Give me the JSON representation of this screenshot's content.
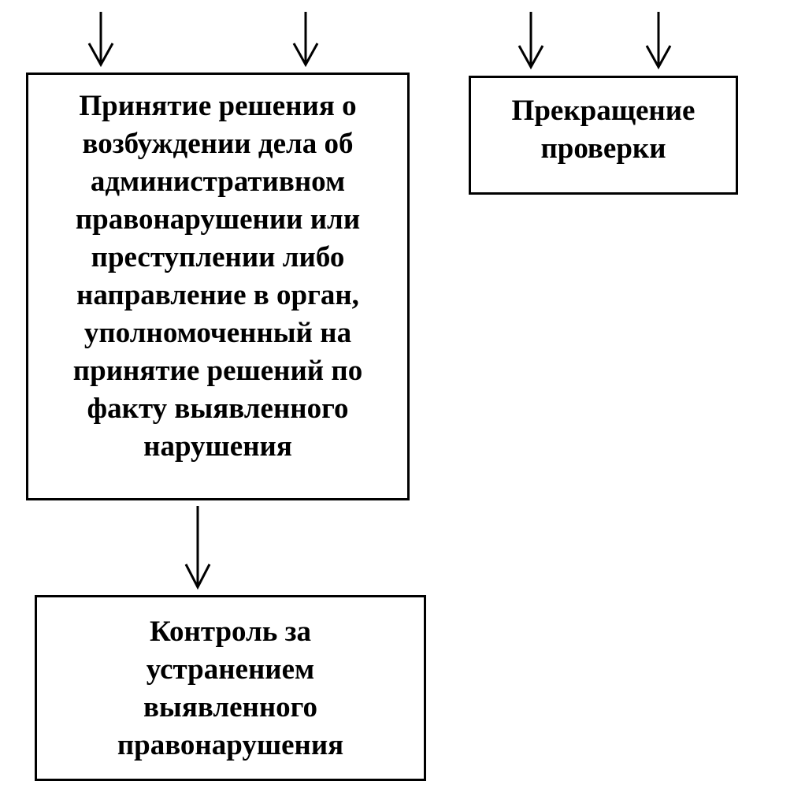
{
  "boxes": {
    "decision": "Принятие решения о возбуждении дела об административном правонарушении или преступлении либо направление в орган, уполномоченный на принятие решений по факту выявленного нарушения",
    "termination": "Прекращение проверки",
    "control": "Контроль за устранением выявленного правонарушения"
  }
}
